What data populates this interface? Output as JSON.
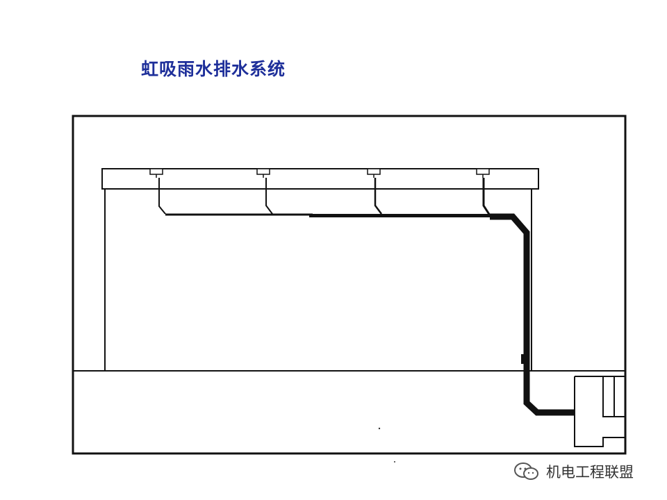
{
  "title": "虹吸雨水排水系统",
  "watermark": {
    "text": "机电工程联盟",
    "icon": "wechat-icon"
  },
  "colors": {
    "title": "#1e2f9a",
    "lines": "#111111",
    "watermark": "#333333"
  },
  "diagram": {
    "components": [
      "roof-slab",
      "siphonic-roof-drain",
      "branch-pipe",
      "horizontal-collector-pipe",
      "vertical-downpipe",
      "ground-slab",
      "outfall-chamber"
    ],
    "drain_count": 4
  }
}
